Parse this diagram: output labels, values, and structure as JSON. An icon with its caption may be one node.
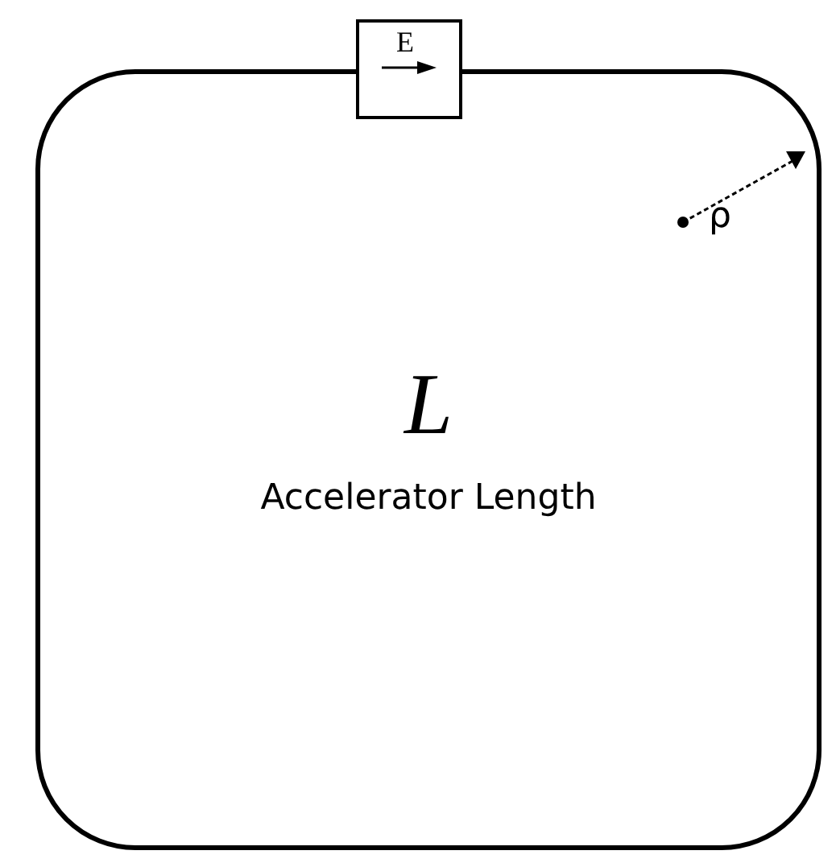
{
  "diagram": {
    "nodes": [
      {
        "text": [
          "L",
          "Accelerator Length"
        ]
      },
      {
        "text": [
          "E"
        ]
      }
    ],
    "labels": [
      "ρ"
    ]
  }
}
